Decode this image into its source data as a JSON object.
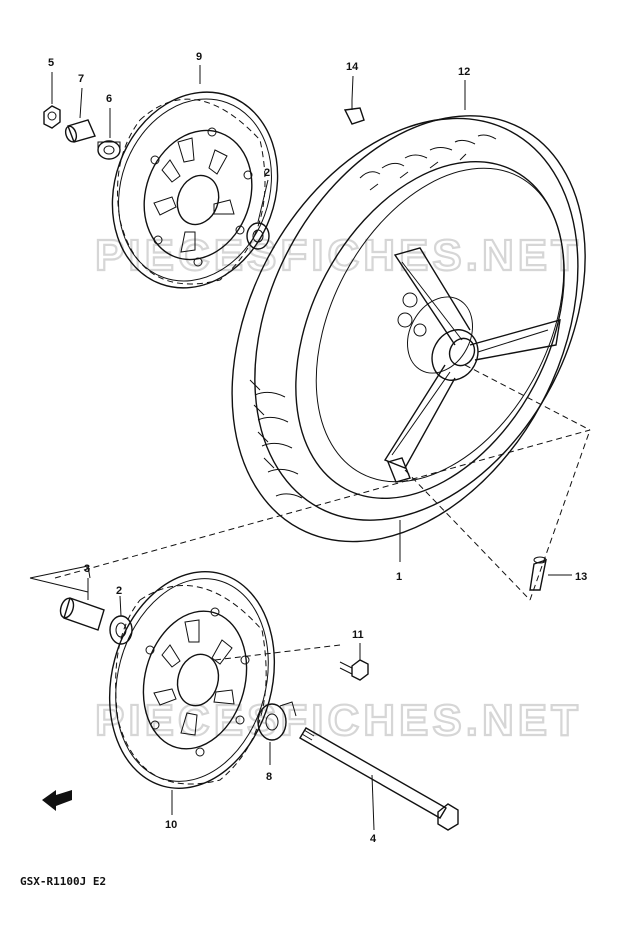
{
  "watermark": "PIECESFICHES.NET",
  "caption": "GSX-R1100J E2",
  "callouts": [
    {
      "id": "1"
    },
    {
      "id": "2"
    },
    {
      "id": "3"
    },
    {
      "id": "4"
    },
    {
      "id": "5"
    },
    {
      "id": "6"
    },
    {
      "id": "7"
    },
    {
      "id": "8"
    },
    {
      "id": "9"
    },
    {
      "id": "10"
    },
    {
      "id": "11"
    },
    {
      "id": "12"
    },
    {
      "id": "13"
    },
    {
      "id": "14"
    }
  ]
}
